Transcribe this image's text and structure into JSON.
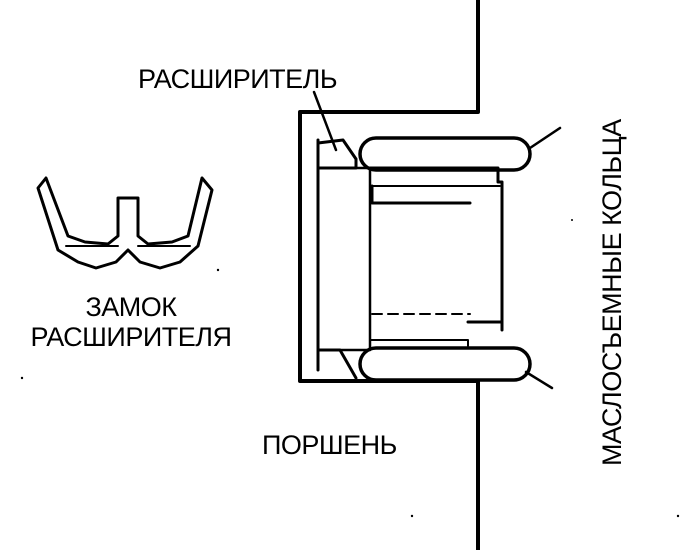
{
  "labels": {
    "expander": "РАСШИРИТЕЛЬ",
    "expander_lock_line1": "ЗАМОК",
    "expander_lock_line2": "РАСШИРИТЕЛЯ",
    "piston": "ПОРШЕНЬ",
    "oil_rings": "МАСЛОСЪЕМНЫЕ КОЛЬЦА"
  },
  "colors": {
    "ink": "#000000",
    "background": "#ffffff"
  }
}
